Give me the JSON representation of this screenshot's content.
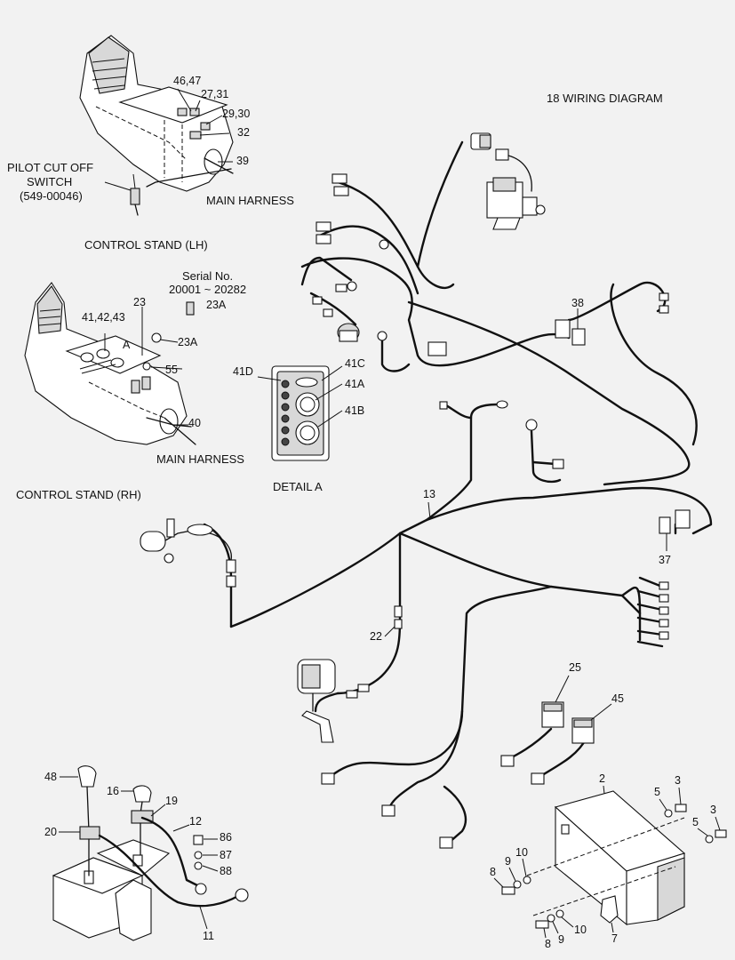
{
  "title": "18  WIRING DIAGRAM",
  "captions": {
    "pilot_cut_off": [
      "PILOT CUT OFF",
      "SWITCH",
      "(549-00046)"
    ],
    "main_harness_lh": "MAIN HARNESS",
    "control_stand_lh": "CONTROL STAND (LH)",
    "serial": [
      "Serial No.",
      "20001 ~ 20282"
    ],
    "main_harness_rh": "MAIN HARNESS",
    "control_stand_rh": "CONTROL STAND (RH)",
    "detail_a": "DETAIL  A"
  },
  "callouts": {
    "c46_47": "46,47",
    "c27_31": "27,31",
    "c29_30": "29,30",
    "c32": "32",
    "c39": "39",
    "c23": "23",
    "c41_42_43": "41,42,43",
    "cA": "A",
    "c23A_top": "23A",
    "c23A": "23A",
    "c55": "55",
    "c40": "40",
    "c41D": "41D",
    "c41C": "41C",
    "c41A": "41A",
    "c41B": "41B",
    "c38": "38",
    "c13": "13",
    "c37": "37",
    "c22": "22",
    "c25": "25",
    "c45": "45",
    "c48": "48",
    "c16": "16",
    "c19": "19",
    "c12": "12",
    "c20": "20",
    "c86": "86",
    "c87": "87",
    "c88": "88",
    "c11": "11",
    "c2": "2",
    "c5a": "5",
    "c3a": "3",
    "c5b": "5",
    "c3b": "3",
    "c8a": "8",
    "c9a": "9",
    "c10a": "10",
    "c8b": "8",
    "c9b": "9",
    "c10b": "10",
    "c7": "7"
  }
}
